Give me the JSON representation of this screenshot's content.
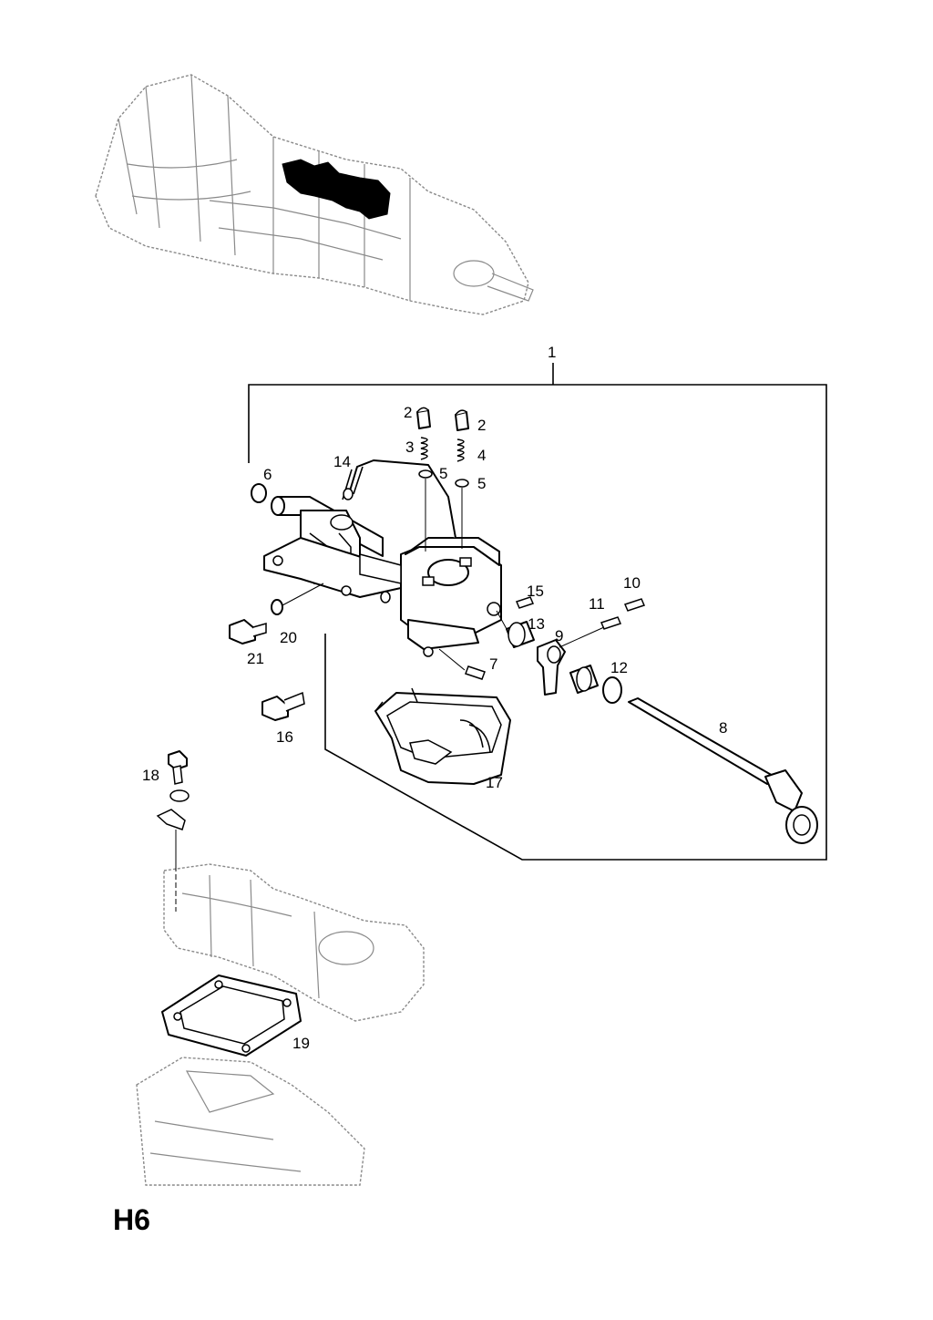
{
  "page_code": "H6",
  "callouts": {
    "c1": "1",
    "c2a": "2",
    "c2b": "2",
    "c3": "3",
    "c4": "4",
    "c5a": "5",
    "c5b": "5",
    "c6": "6",
    "c7": "7",
    "c8": "8",
    "c9": "9",
    "c10": "10",
    "c11": "11",
    "c12": "12",
    "c13": "13",
    "c14": "14",
    "c15": "15",
    "c16": "16",
    "c17": "17",
    "c18": "18",
    "c19": "19",
    "c20": "20",
    "c21": "21"
  }
}
